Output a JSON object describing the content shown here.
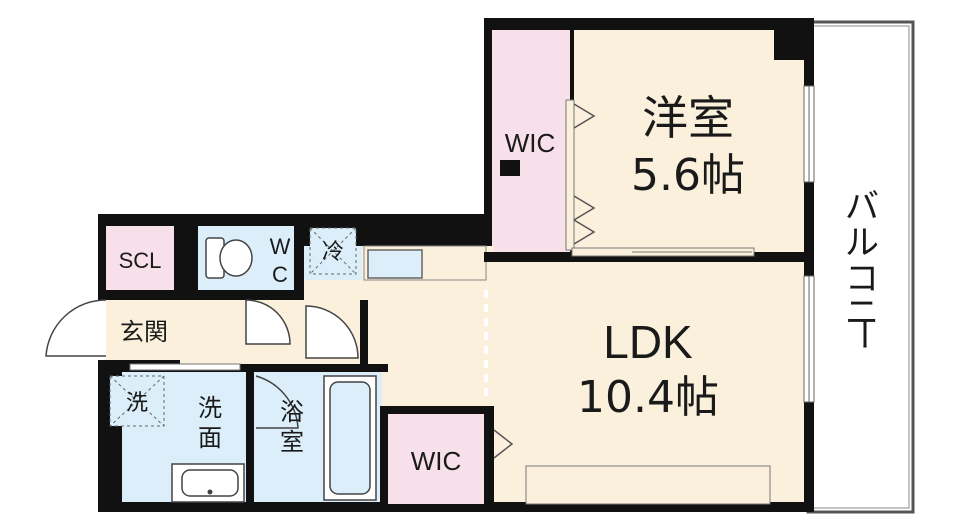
{
  "rooms": {
    "western_room": {
      "name": "洋室",
      "size": "5.6帖"
    },
    "wic_upper": {
      "name": "WIC"
    },
    "ldk": {
      "name": "LDK",
      "size": "10.4帖"
    },
    "wic_lower": {
      "name": "WIC"
    },
    "scl": {
      "name": "SCL"
    },
    "toilet": {
      "name_top": "W",
      "name_bottom": "C"
    },
    "fridge": {
      "name": "冷"
    },
    "entrance": {
      "name": "玄関"
    },
    "laundry": {
      "name": "洗"
    },
    "washroom": {
      "name_top": "洗",
      "name_bottom": "面"
    },
    "bathroom": {
      "name_top": "浴",
      "name_bottom": "室"
    }
  },
  "balcony": {
    "label": [
      "バ",
      "ル",
      "コ",
      "ニ",
      "ー"
    ]
  },
  "colors": {
    "wall": "#111111",
    "western_room": "#faf0dc",
    "ldk": "#faf0dc",
    "wic": "#f7e0ea",
    "water": "#dbeefa",
    "scl": "#f7e0ea",
    "entrance": "#faf0dc",
    "balcony": "#ffffff"
  }
}
